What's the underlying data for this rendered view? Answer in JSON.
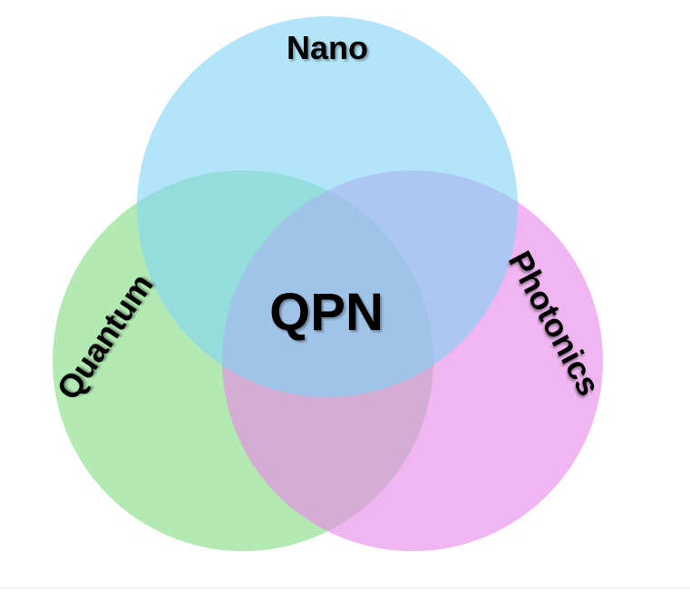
{
  "diagram": {
    "type": "venn",
    "sets": [
      {
        "label": "Nano",
        "color": "#7fd4f7"
      },
      {
        "label": "Quantum",
        "color": "#80dc80"
      },
      {
        "label": "Photonics",
        "color": "#e883e8"
      }
    ],
    "center_label": "QPN"
  }
}
